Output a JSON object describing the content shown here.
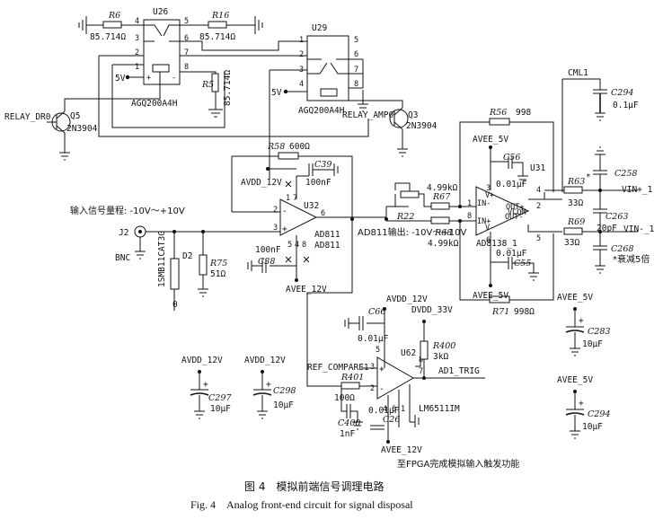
{
  "figure": {
    "caption_zh": "图 4　模拟前端信号调理电路",
    "caption_en": "Fig. 4　Analog front-end circuit for signal disposal"
  },
  "relays": [
    {
      "ref": "U26",
      "part": "AGQ200A4H",
      "pins": [
        "4",
        "3",
        "2",
        "1",
        "5",
        "6",
        "7",
        "8"
      ]
    },
    {
      "ref": "U29",
      "part": "AGQ200A4H",
      "pins": [
        "1",
        "2",
        "3",
        "4",
        "5",
        "6",
        "7",
        "8"
      ]
    }
  ],
  "transistors": [
    {
      "ref": "Q5",
      "part": "2N3904",
      "net": "RELAY_DR0"
    },
    {
      "ref": "Q3",
      "part": "2N3904",
      "net": "RELAY_AMP0"
    }
  ],
  "resistors": {
    "r6": {
      "ref": "R6",
      "value": "85.714Ω"
    },
    "r16": {
      "ref": "R16",
      "value": "85.714Ω"
    },
    "r5": {
      "ref": "R5",
      "value": "85.714Ω"
    },
    "r58": {
      "ref": "R58",
      "value": "600Ω"
    },
    "r75": {
      "ref": "R75",
      "value": "51Ω"
    },
    "r67": {
      "ref": "R67",
      "value": "4.99kΩ"
    },
    "r22": {
      "ref": "R22",
      "value": ""
    },
    "r68": {
      "ref": "R68",
      "value": "4.99kΩ"
    },
    "r56": {
      "ref": "R56",
      "value": "998"
    },
    "r71": {
      "ref": "R71",
      "value": "998Ω"
    },
    "r63": {
      "ref": "R63",
      "value": "33Ω"
    },
    "r69": {
      "ref": "R69",
      "value": "33Ω"
    },
    "r400": {
      "ref": "R400",
      "value": "3kΩ"
    },
    "r401": {
      "ref": "R401",
      "value": "100Ω"
    }
  },
  "capacitors": {
    "c39": {
      "ref": "C39",
      "value": "100nF"
    },
    "c38": {
      "ref": "C38",
      "value": "100nF"
    },
    "c56": {
      "ref": "C56",
      "value": "0.01μF"
    },
    "c55": {
      "ref": "C55",
      "value": "0.01μF"
    },
    "c294a": {
      "ref": "C294",
      "value": "0.1μF"
    },
    "c258": {
      "ref": "C258",
      "value": ""
    },
    "c263": {
      "ref": "C263",
      "value": "20pF"
    },
    "c268": {
      "ref": "C268",
      "value": "*衰减5倍"
    },
    "c66": {
      "ref": "C66",
      "value": "0.01μF"
    },
    "c26": {
      "ref": "C26",
      "value": "0.01μF"
    },
    "c400": {
      "ref": "C400",
      "value": "1nF"
    },
    "c297": {
      "ref": "C297",
      "value": "10μF"
    },
    "c298": {
      "ref": "C298",
      "value": "10μF"
    },
    "c283": {
      "ref": "C283",
      "value": "10μF"
    },
    "c294b": {
      "ref": "C294",
      "value": "10μF"
    }
  },
  "ics": {
    "u32": {
      "ref": "U32",
      "part": "AD811",
      "part2": "AD811"
    },
    "u31": {
      "ref": "U31",
      "part": "AD8138_1"
    },
    "u62": {
      "ref": "U62",
      "part": "LM6511IM"
    }
  },
  "nets": {
    "avdd_12v": "AVDD_12V",
    "avee_12v": "AVEE_12V",
    "avee_5v": "AVEE_5V",
    "dvdd_33v": "DVDD_33V",
    "v5": "5V",
    "cml1": "CML1",
    "vin_p": "VIN+_1",
    "vin_n": "VIN-_1",
    "ref_compare": "REF_COMPARE1",
    "ad1_trig": "AD1_TRIG"
  },
  "connector": {
    "ref": "J2",
    "net": "BNC",
    "part": "1SMB11CAT3G",
    "diode": "D2"
  },
  "annotations": {
    "input_range": "输入信号量程: -10V～+10V",
    "ad811_out": "AD811输出: -10V～+10V",
    "fpga_note": "至FPGA完成模拟输入触发功能",
    "star": "*",
    "zero": "0"
  },
  "ad8138_pins": {
    "in_n": "IN-",
    "in_p": "IN+",
    "out_p": "OUT+",
    "out_n": "OUT-",
    "vocm": "VCOM",
    "v_plus": "V+",
    "v_minus": "V-"
  },
  "pin_numbers": {
    "u32_2": "2",
    "u32_3": "3",
    "u32_6": "6",
    "u32_7": "7",
    "u32_4": "4",
    "u32_1": "1",
    "u32_5": "5",
    "u32_8": "8",
    "u31_1": "1",
    "u31_8": "8",
    "u31_3": "3",
    "u31_4": "4",
    "u31_2": "2",
    "u31_5": "5",
    "u31_6": "6",
    "u62_5": "5",
    "u62_3": "3",
    "u62_2": "2",
    "u62_7": "7",
    "u62_8": "8",
    "u62_4": "4",
    "u62_6": "6",
    "u62_1": "1"
  },
  "polarity": {
    "plus": "+",
    "minus": "-"
  }
}
